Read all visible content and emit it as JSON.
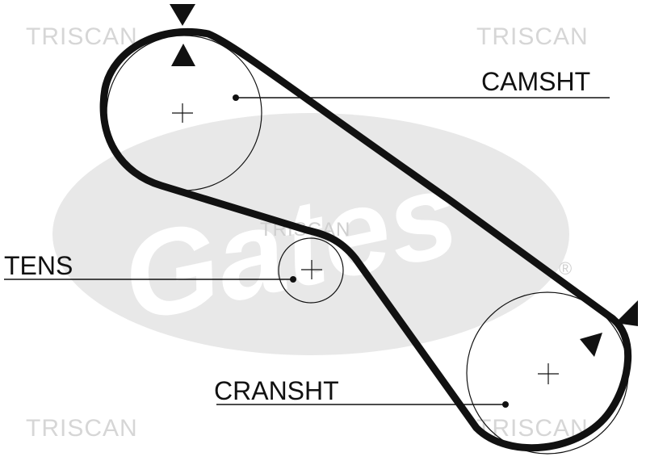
{
  "watermarks": [
    "TRISCAN",
    "TRISCAN",
    "TRISCAN",
    "TRISCAN",
    "TRISCAN"
  ],
  "brand_logo_text": "Gates",
  "registered_mark": "®",
  "labels": {
    "camshaft": "CAMSHT",
    "tensioner": "TENS",
    "crankshaft": "CRANSHT"
  },
  "colors": {
    "belt": "#111111",
    "logo_background": "#e6e6e6",
    "watermark": "#d6d6d6"
  }
}
